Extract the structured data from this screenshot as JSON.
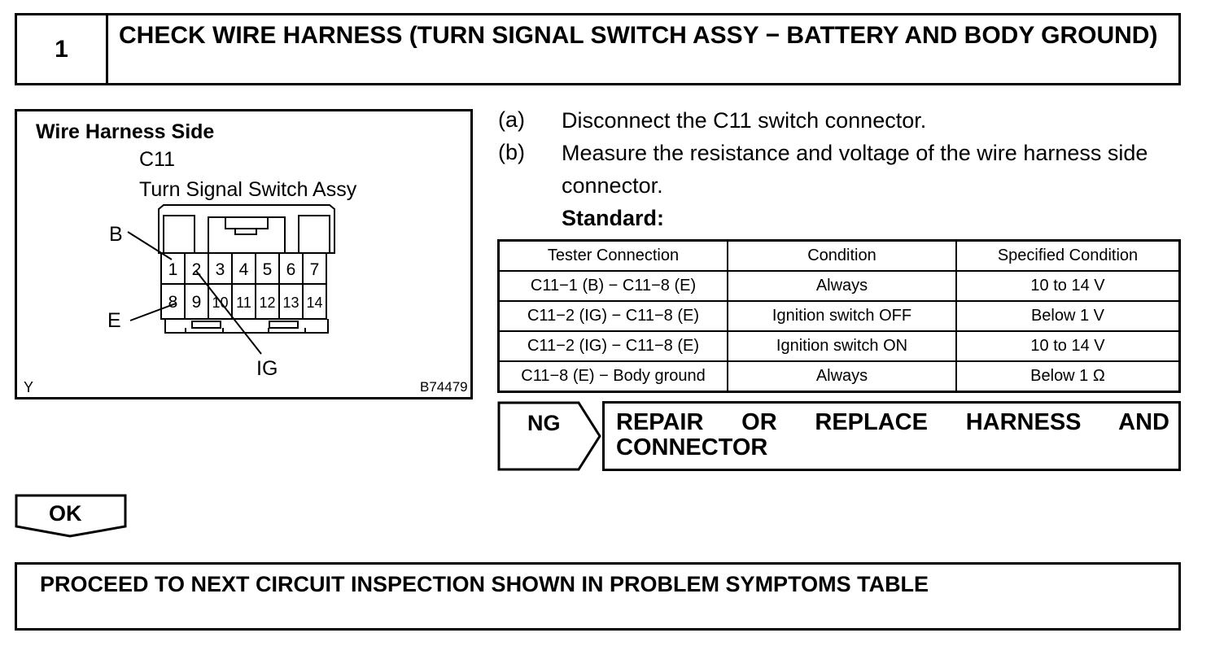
{
  "step": {
    "number": "1",
    "title": "CHECK WIRE HARNESS (TURN SIGNAL SWITCH ASSY − BATTERY AND BODY GROUND)"
  },
  "diagram": {
    "heading": "Wire Harness Side",
    "connector_id": "C11",
    "connector_name": "Turn Signal Switch Assy",
    "labels": {
      "b": "B",
      "e": "E",
      "ig": "IG"
    },
    "pins_top": [
      "1",
      "2",
      "3",
      "4",
      "5",
      "6",
      "7"
    ],
    "pins_bottom": [
      "8",
      "9",
      "10",
      "11",
      "12",
      "13",
      "14"
    ],
    "corner_left": "Y",
    "figure_code": "B74479"
  },
  "instructions": [
    {
      "letter": "(a)",
      "text": "Disconnect the C11 switch connector."
    },
    {
      "letter": "(b)",
      "text": "Measure the resistance and voltage of the wire harness side connector."
    }
  ],
  "standard_label": "Standard:",
  "table": {
    "headers": [
      "Tester Connection",
      "Condition",
      "Specified Condition"
    ],
    "rows": [
      [
        "C11−1 (B) − C11−8 (E)",
        "Always",
        "10 to 14 V"
      ],
      [
        "C11−2 (IG) − C11−8 (E)",
        "Ignition switch OFF",
        "Below 1 V"
      ],
      [
        "C11−2 (IG) − C11−8 (E)",
        "Ignition switch ON",
        "10 to 14 V"
      ],
      [
        "C11−8 (E) − Body ground",
        "Always",
        "Below 1 Ω"
      ]
    ]
  },
  "ng": {
    "label": "NG",
    "result": "REPAIR OR REPLACE HARNESS AND CONNECTOR"
  },
  "ok": {
    "label": "OK"
  },
  "final": {
    "text": "PROCEED TO NEXT CIRCUIT INSPECTION SHOWN IN PROBLEM SYMPTOMS TABLE"
  }
}
